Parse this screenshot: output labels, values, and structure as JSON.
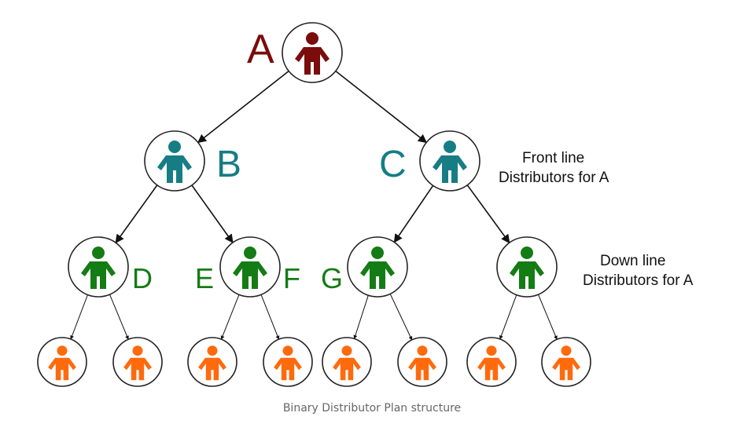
{
  "diagram": {
    "title": "",
    "caption": "Binary Distributor Plan structure",
    "colors": {
      "root": "#7b0c0c",
      "front": "#167d84",
      "down": "#147c14",
      "leaf": "#ff6a0d",
      "edge": "#111111",
      "circle_stroke": "#222222"
    },
    "labels": {
      "a": "A",
      "b": "B",
      "c": "C",
      "d": "D",
      "e": "E",
      "f": "F",
      "g": "G"
    },
    "annotations": {
      "front_line_1": "Front line",
      "front_line_2": "Distributors for A",
      "down_line_1": "Down line",
      "down_line_2": "Distributors for A"
    },
    "nodes": [
      {
        "id": "A",
        "level": "root",
        "parent": null
      },
      {
        "id": "B",
        "level": "front",
        "parent": "A"
      },
      {
        "id": "C",
        "level": "front",
        "parent": "A"
      },
      {
        "id": "D",
        "level": "down",
        "parent": "B"
      },
      {
        "id": "EF",
        "level": "down",
        "parent": "B"
      },
      {
        "id": "G",
        "level": "down",
        "parent": "C"
      },
      {
        "id": "H",
        "level": "down",
        "parent": "C"
      },
      {
        "id": "L1",
        "level": "leaf",
        "parent": "D"
      },
      {
        "id": "L2",
        "level": "leaf",
        "parent": "D"
      },
      {
        "id": "L3",
        "level": "leaf",
        "parent": "EF"
      },
      {
        "id": "L4",
        "level": "leaf",
        "parent": "EF"
      },
      {
        "id": "L5",
        "level": "leaf",
        "parent": "G"
      },
      {
        "id": "L6",
        "level": "leaf",
        "parent": "G"
      },
      {
        "id": "L7",
        "level": "leaf",
        "parent": "H"
      },
      {
        "id": "L8",
        "level": "leaf",
        "parent": "H"
      }
    ]
  }
}
